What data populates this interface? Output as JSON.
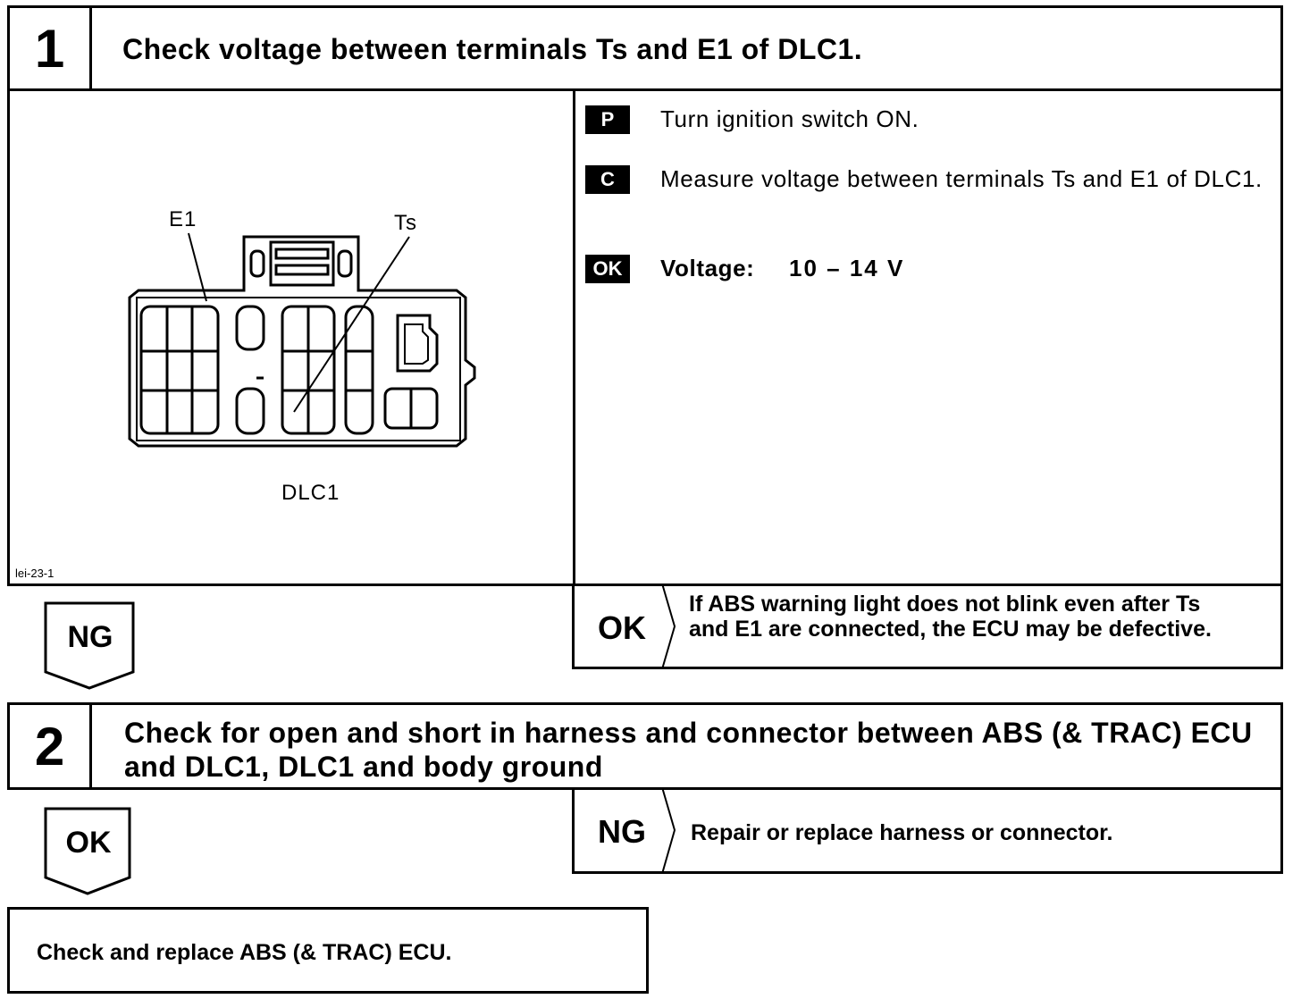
{
  "step1": {
    "number": "1",
    "title": "Check voltage between terminals Ts and E1 of DLC1.",
    "diagram": {
      "label_e1": "E1",
      "label_ts": "Ts",
      "caption": "DLC1",
      "figure_id": "lei-23-1"
    },
    "instructions": [
      {
        "badge": "P",
        "text": "Turn ignition switch ON."
      },
      {
        "badge": "C",
        "text": "Measure voltage between terminals Ts and E1 of DLC1."
      },
      {
        "badge": "OK",
        "label": "Voltage:",
        "value": "10 – 14 V"
      }
    ],
    "ok_result": {
      "label": "OK",
      "text": "If ABS warning light does not blink even after Ts and E1 are connected, the ECU may be defective."
    },
    "ng_arrow": "NG"
  },
  "step2": {
    "number": "2",
    "title": "Check for open and short in harness and connector between ABS (& TRAC) ECU and DLC1, DLC1 and body ground",
    "ng_result": {
      "label": "NG",
      "text": "Repair or replace harness or connector."
    },
    "ok_arrow": "OK"
  },
  "final": {
    "text": "Check and replace ABS (& TRAC) ECU."
  }
}
